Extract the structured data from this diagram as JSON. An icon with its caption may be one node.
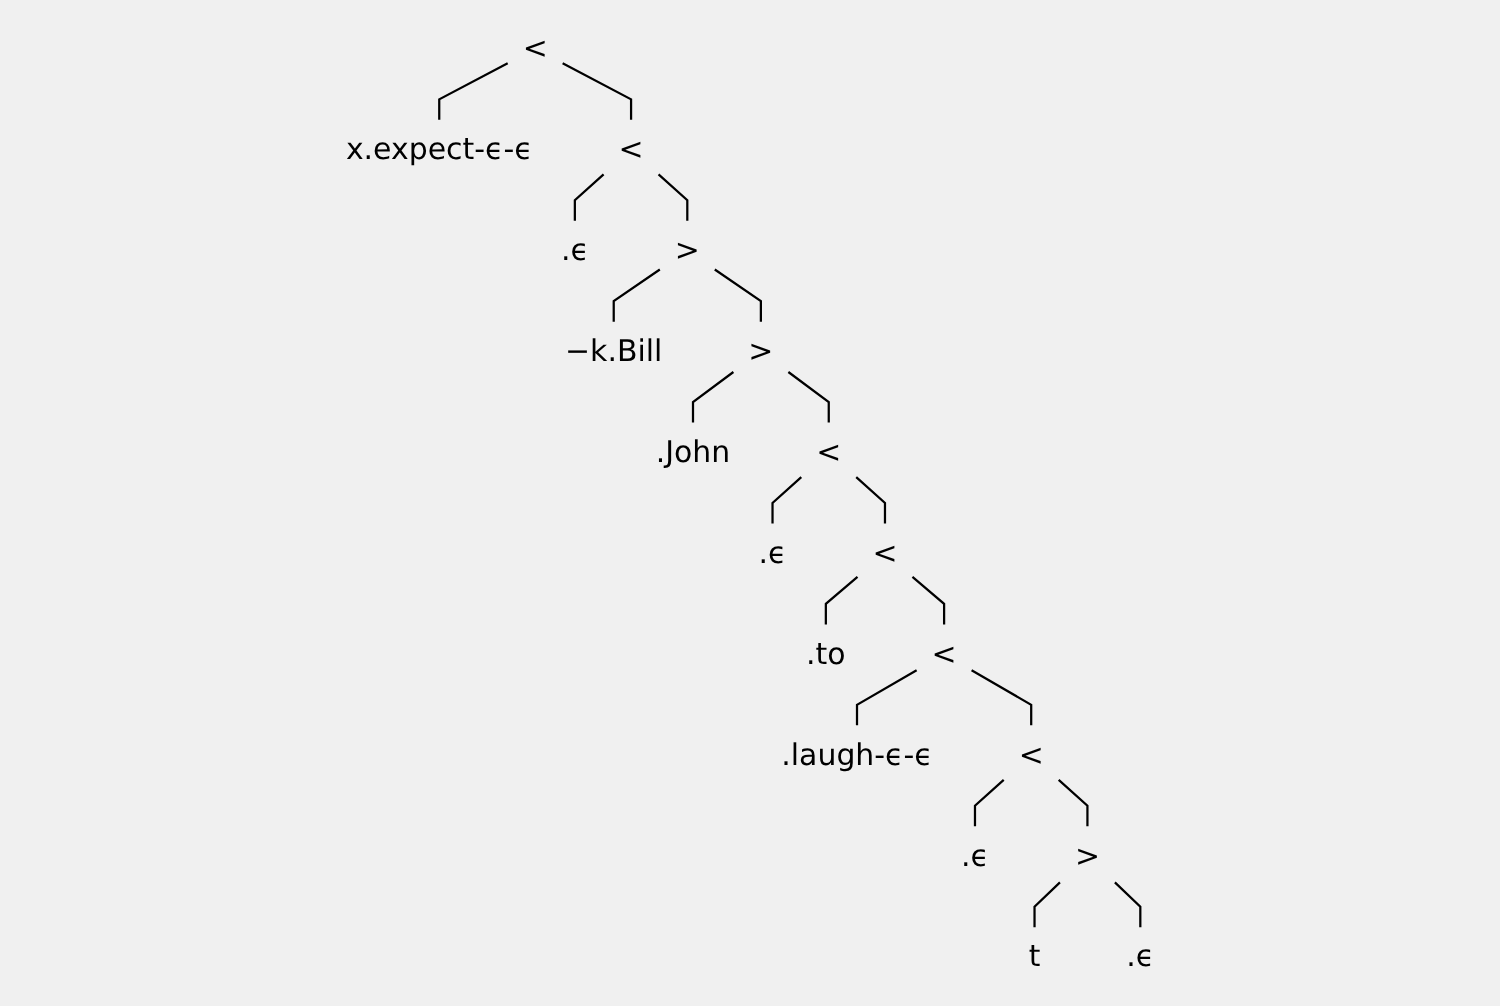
{
  "diagram": {
    "nodes": [
      {
        "text": [
          "<"
        ]
      },
      {
        "text": [
          "x.expect-ϵ-ϵ"
        ]
      },
      {
        "text": [
          "<"
        ]
      },
      {
        "text": [
          ".ϵ"
        ]
      },
      {
        "text": [
          ">"
        ]
      },
      {
        "text": [
          "−k.Bill"
        ]
      },
      {
        "text": [
          ">"
        ]
      },
      {
        "text": [
          ".John"
        ]
      },
      {
        "text": [
          "<"
        ]
      },
      {
        "text": [
          ".ϵ"
        ]
      },
      {
        "text": [
          "<"
        ]
      },
      {
        "text": [
          ".to"
        ]
      },
      {
        "text": [
          "<"
        ]
      },
      {
        "text": [
          ".laugh-ϵ-ϵ"
        ]
      },
      {
        "text": [
          "<"
        ]
      },
      {
        "text": [
          ".ϵ"
        ]
      },
      {
        "text": [
          ">"
        ]
      },
      {
        "text": [
          "t"
        ]
      },
      {
        "text": [
          ".ϵ"
        ]
      }
    ],
    "edges": [
      {
        "from": 0,
        "to": 1,
        "arrow": "none"
      },
      {
        "from": 0,
        "to": 2,
        "arrow": "none"
      },
      {
        "from": 2,
        "to": 3,
        "arrow": "none"
      },
      {
        "from": 2,
        "to": 4,
        "arrow": "none"
      },
      {
        "from": 4,
        "to": 5,
        "arrow": "none"
      },
      {
        "from": 4,
        "to": 6,
        "arrow": "none"
      },
      {
        "from": 6,
        "to": 7,
        "arrow": "none"
      },
      {
        "from": 6,
        "to": 8,
        "arrow": "none"
      },
      {
        "from": 8,
        "to": 9,
        "arrow": "none"
      },
      {
        "from": 8,
        "to": 10,
        "arrow": "none"
      },
      {
        "from": 10,
        "to": 11,
        "arrow": "none"
      },
      {
        "from": 10,
        "to": 12,
        "arrow": "none"
      },
      {
        "from": 12,
        "to": 13,
        "arrow": "none"
      },
      {
        "from": 12,
        "to": 14,
        "arrow": "none"
      },
      {
        "from": 14,
        "to": 15,
        "arrow": "none"
      },
      {
        "from": 14,
        "to": 16,
        "arrow": "none"
      },
      {
        "from": 16,
        "to": 17,
        "arrow": "none"
      },
      {
        "from": 16,
        "to": 18,
        "arrow": "none"
      }
    ]
  }
}
